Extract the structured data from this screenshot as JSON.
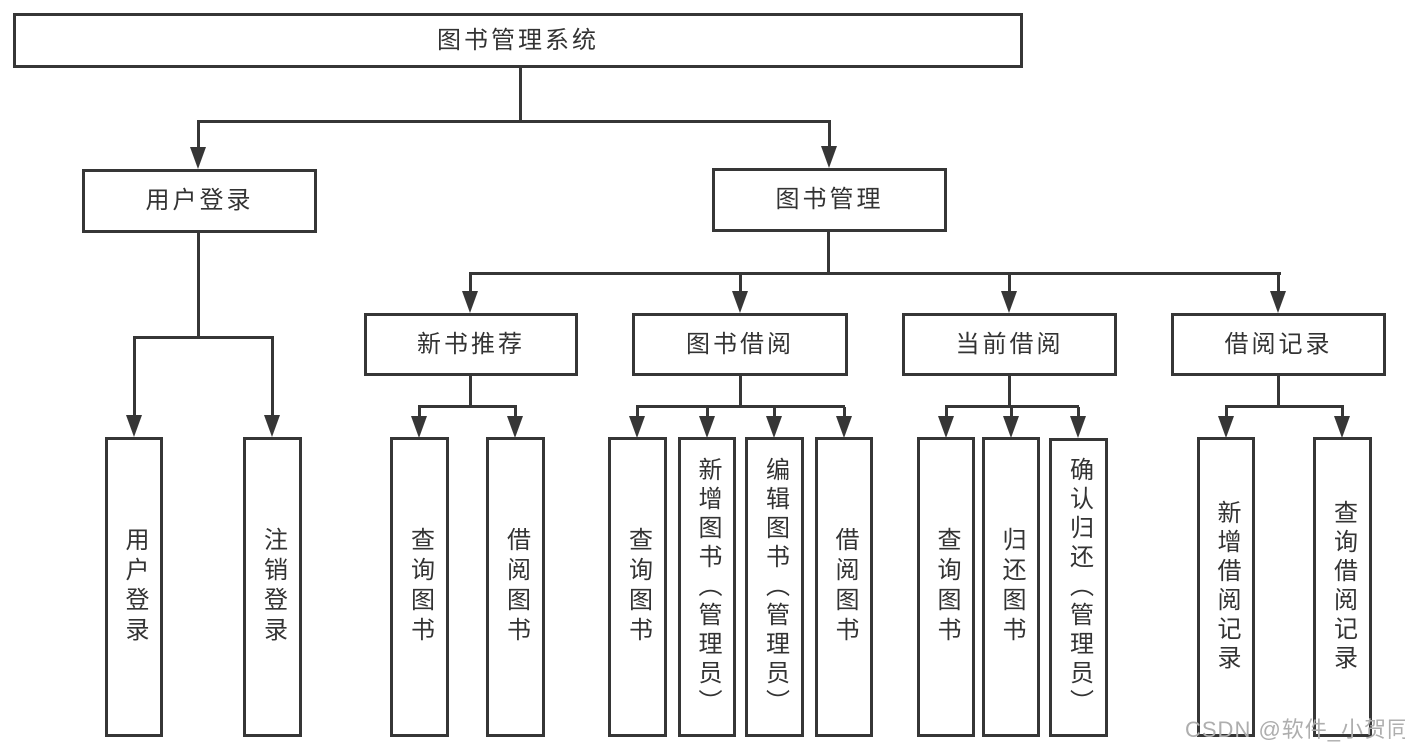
{
  "tree": {
    "label": "图书管理系统",
    "children": [
      {
        "label": "用户登录",
        "children": [
          {
            "label": "用户登录"
          },
          {
            "label": "注销登录"
          }
        ]
      },
      {
        "label": "图书管理",
        "children": [
          {
            "label": "新书推荐",
            "children": [
              {
                "label": "查询图书"
              },
              {
                "label": "借阅图书"
              }
            ]
          },
          {
            "label": "图书借阅",
            "children": [
              {
                "label": "查询图书"
              },
              {
                "label": "新增图书（管理员）"
              },
              {
                "label": "编辑图书（管理员）"
              },
              {
                "label": "借阅图书"
              }
            ]
          },
          {
            "label": "当前借阅",
            "children": [
              {
                "label": "查询图书"
              },
              {
                "label": "归还图书"
              },
              {
                "label": "确认归还（管理员）"
              }
            ]
          },
          {
            "label": "借阅记录",
            "children": [
              {
                "label": "新增借阅记录"
              },
              {
                "label": "查询借阅记录"
              }
            ]
          }
        ]
      }
    ]
  },
  "watermark": "CSDN @软件_小贺同学",
  "colors": {
    "line": "#363636",
    "text": "#333333",
    "watermark": "#aeaeae",
    "background": "#ffffff"
  }
}
